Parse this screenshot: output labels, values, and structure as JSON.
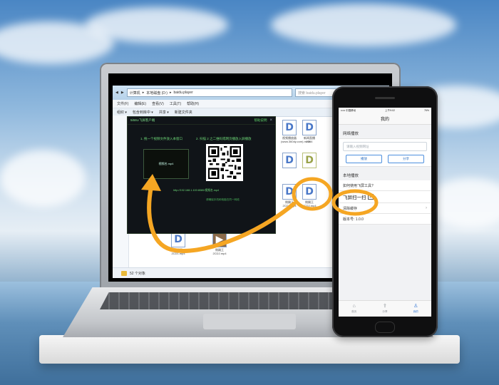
{
  "explorer": {
    "path": [
      "计算机",
      "本地磁盘 (D:)",
      "baidu.player"
    ],
    "search_placeholder": "搜索 baidu.player",
    "menu": [
      "文件(F)",
      "编辑(E)",
      "查看(V)",
      "工具(T)",
      "帮助(H)"
    ],
    "toolbar": [
      "组织 ▾",
      "包含到库中 ▾",
      "共享 ▾",
      "新建文件夹"
    ],
    "status": "52 个对象",
    "files": [
      {
        "name": "视频播放器(www.360dy.com).rmvb",
        "kind": "D"
      },
      {
        "name": "新闻直播2304",
        "kind": "D"
      },
      {
        "name": "侧踢王2CD1.mp4",
        "kind": "D"
      },
      {
        "name": "侧踢王2CD2.mp4",
        "kind": "D"
      },
      {
        "name": "侧踢王2CD1.mp4",
        "kind": "D"
      },
      {
        "name": "侧踢王2CD2.mp4",
        "kind": "D"
      }
    ]
  },
  "dialog": {
    "title": "5i5tsv飞屏客户端",
    "help": "帮助说明",
    "step1": "1. 拖一个视频文件放入本窗口",
    "step2": "2. 扫描 2 之二维码或网页播放入屏播放",
    "drop_file": "视频名.mp4",
    "url": "http://192.168.1.100:8080/视频名.mp4",
    "hint": "请确保手机和电脑在同一网络"
  },
  "phone": {
    "status": {
      "carrier": "••••• 中国移动",
      "time": "上午9:02",
      "battery": "76%"
    },
    "nav_title": "我的",
    "network_label": "网络播放",
    "url_placeholder": "请输入视频网址",
    "play_label": "播放",
    "share_label": "分享",
    "local_label": "本地播放",
    "help_row": "如何使用飞屏工具?",
    "feiping": "飞屏扫一扫",
    "clear_cache": "清除缓存",
    "version": "版本号: 1.0.0",
    "tabs": [
      {
        "label": "首页",
        "icon": "home-icon"
      },
      {
        "label": "分享",
        "icon": "share-icon"
      },
      {
        "label": "我的",
        "icon": "user-icon"
      }
    ]
  },
  "colors": {
    "accent": "#3a7bd5",
    "highlight": "#f5a623",
    "player_green": "#5fd66a"
  }
}
